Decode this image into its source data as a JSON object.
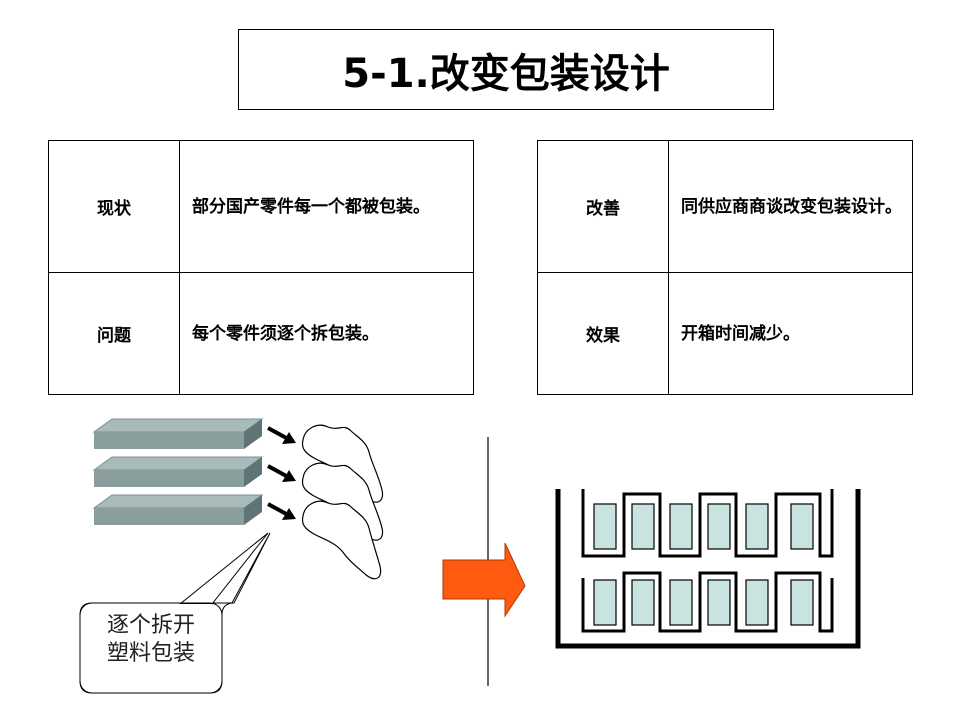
{
  "title": "5-1.改变包装设计",
  "left_table": {
    "rows": [
      {
        "label": "现状",
        "text": "部分国产零件每一个都被包装。"
      },
      {
        "label": "问题",
        "text": "每个零件须逐个拆包装。"
      }
    ]
  },
  "right_table": {
    "rows": [
      {
        "label": "改善",
        "text": "同供应商商谈改变包装设计。"
      },
      {
        "label": "效果",
        "text": "开箱时间减少。"
      }
    ]
  },
  "callout": {
    "line1": "逐个拆开",
    "line2": "塑料包装"
  },
  "colors": {
    "bar_top": "#9fb1b1",
    "bar_front": "#8a9e9e",
    "bar_side": "#5f7474",
    "arrow_orange": "#ff5a10",
    "part_fill": "#c9e3e1"
  }
}
